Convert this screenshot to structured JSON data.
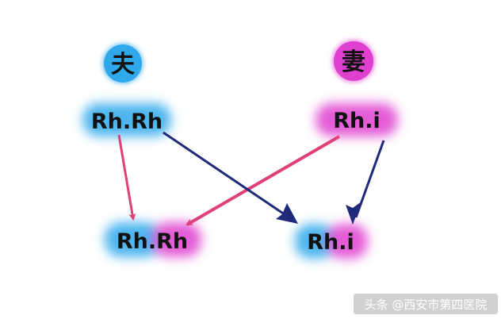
{
  "parents": {
    "husband": {
      "symbol": "夫",
      "genotype": "Rh.Rh"
    },
    "wife": {
      "symbol": "妻",
      "genotype": "Rh.i"
    }
  },
  "children": [
    {
      "genotype": "Rh.Rh"
    },
    {
      "genotype": "Rh.i"
    }
  ],
  "colors": {
    "husband": "#2fa9ec",
    "wife": "#e040d0",
    "arrow_from_husband_left": "#e0407a",
    "arrow_from_wife_left": "#e0407a",
    "arrow_from_husband_right": "#1f2a7a",
    "arrow_from_wife_right": "#1f2a7a"
  },
  "watermark": "头条 @西安市第四医院"
}
